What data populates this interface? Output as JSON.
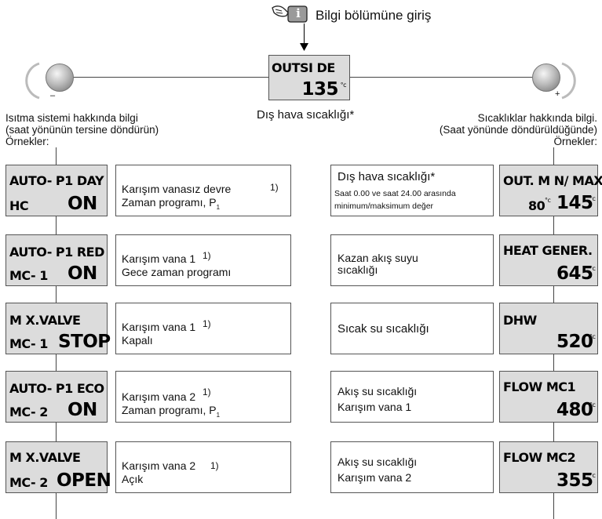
{
  "header": {
    "entry_label": "Bilgi bölümüne giriş",
    "info_key": "i",
    "icon": "hand-pressing-key-icon"
  },
  "center_display": {
    "title": "OUTSI DE",
    "value": "135",
    "unit": "°c",
    "caption": "Dış hava sıcaklığı*"
  },
  "left_knob": {
    "sign": "–",
    "lines": [
      "Isıtma sistemi hakkında bilgi",
      "(saat yönünün tersine döndürün)",
      "Örnekler:"
    ]
  },
  "right_knob": {
    "sign": "+",
    "lines": [
      "Sıcaklıklar hakkında bilgi.",
      "(Saat yönünde döndürüldüğünde)",
      "Örnekler:"
    ]
  },
  "left_rows": [
    {
      "display": {
        "line1": "AUTO- P1  DAY",
        "code": "HC",
        "state": "ON"
      },
      "desc": {
        "line1": "Karışım vanasız devre",
        "line2": "Zaman programı, P",
        "sub": "1",
        "note": "1)"
      }
    },
    {
      "display": {
        "line1": "AUTO- P1  RED",
        "code": "MC- 1",
        "state": "ON"
      },
      "desc": {
        "line1": "Karışım vana 1",
        "line2": "Gece zaman programı",
        "sub": "",
        "note": "1)"
      }
    },
    {
      "display": {
        "line1": "M X.VALVE",
        "code": "MC- 1",
        "state": "STOP"
      },
      "desc": {
        "line1": "Karışım vana 1",
        "line2": "Kapalı",
        "sub": "",
        "note": "1)"
      }
    },
    {
      "display": {
        "line1": "AUTO- P1  ECO",
        "code": "MC- 2",
        "state": "ON"
      },
      "desc": {
        "line1": "Karışım vana 2",
        "line2": "Zaman programı, P",
        "sub": "1",
        "note": "1)"
      }
    },
    {
      "display": {
        "line1": "M X.VALVE",
        "code": "MC- 2",
        "state": "OPEN"
      },
      "desc": {
        "line1": "Karışım vana 2",
        "line2": "Açık",
        "sub": "",
        "note": "1)"
      }
    }
  ],
  "right_rows": [
    {
      "desc": {
        "line1": "Dış hava sıcaklığı*",
        "line2": "Saat 0.00 ve saat 24.00 arasında",
        "line3": "minimum/maksimum değer"
      },
      "display": {
        "title": "OUT. M N/ MAX",
        "min": "80",
        "value": "145",
        "unit": "°c"
      }
    },
    {
      "desc": {
        "line1": "Kazan akış suyu",
        "line2": "sıcaklığı"
      },
      "display": {
        "title": "HEAT GENER.",
        "value": "645",
        "unit": "°c"
      }
    },
    {
      "desc": {
        "line1": "Sıcak su sıcaklığı"
      },
      "display": {
        "title": "DHW",
        "value": "520",
        "unit": "°c"
      }
    },
    {
      "desc": {
        "line1": "Akış su sıcaklığı",
        "line2": "Karışım vana 1"
      },
      "display": {
        "title": "FLOW MC1",
        "value": "480",
        "unit": "°c"
      }
    },
    {
      "desc": {
        "line1": "Akış su sıcaklığı",
        "line2": "Karışım vana 2"
      },
      "display": {
        "title": "FLOW MC2",
        "value": "355",
        "unit": "°c"
      }
    }
  ]
}
